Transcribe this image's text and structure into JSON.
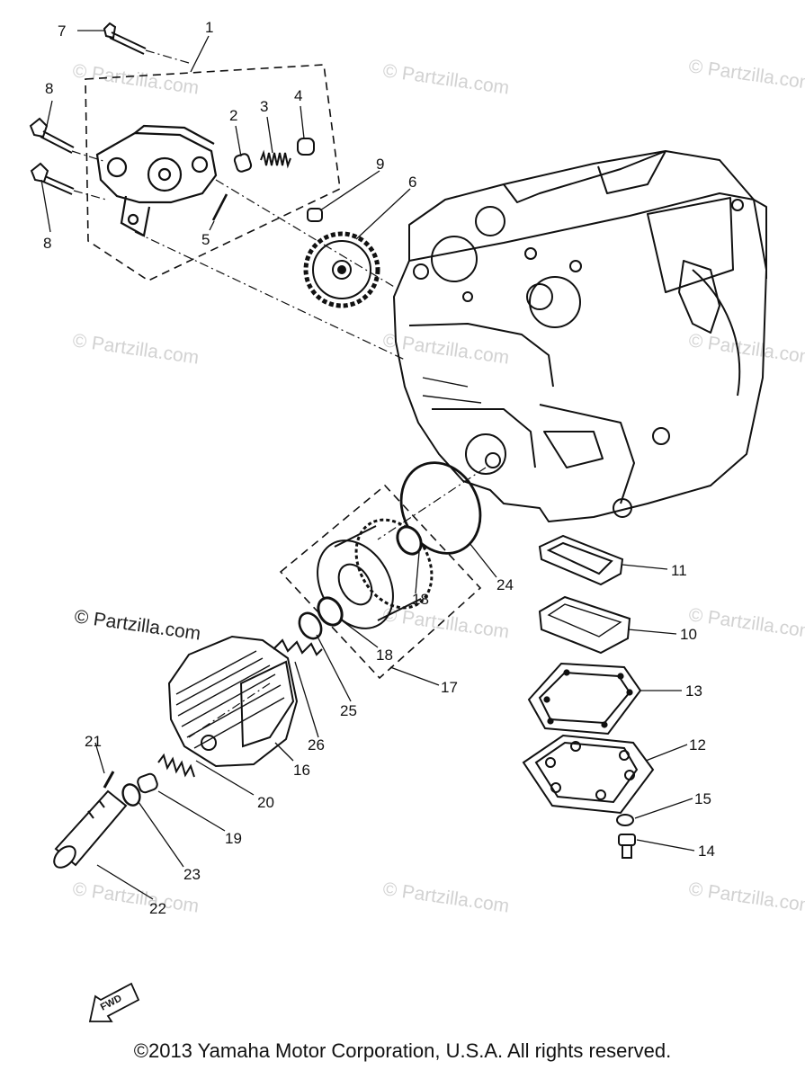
{
  "watermark_text": "© Partzilla.com",
  "watermark_prominent": "© Partzilla.com",
  "copyright": "©2013 Yamaha Motor Corporation, U.S.A. All rights reserved.",
  "direction_badge": "FWD",
  "callouts": {
    "p1": "1",
    "p2": "2",
    "p3": "3",
    "p4": "4",
    "p5": "5",
    "p6": "6",
    "p7": "7",
    "p8a": "8",
    "p8b": "8",
    "p9": "9",
    "p10": "10",
    "p11": "11",
    "p12": "12",
    "p13": "13",
    "p14": "14",
    "p15": "15",
    "p16": "16",
    "p17": "17",
    "p18a": "18",
    "p18b": "18",
    "p19": "19",
    "p20": "20",
    "p21": "21",
    "p22": "22",
    "p23": "23",
    "p24": "24",
    "p25": "25",
    "p26": "26"
  }
}
